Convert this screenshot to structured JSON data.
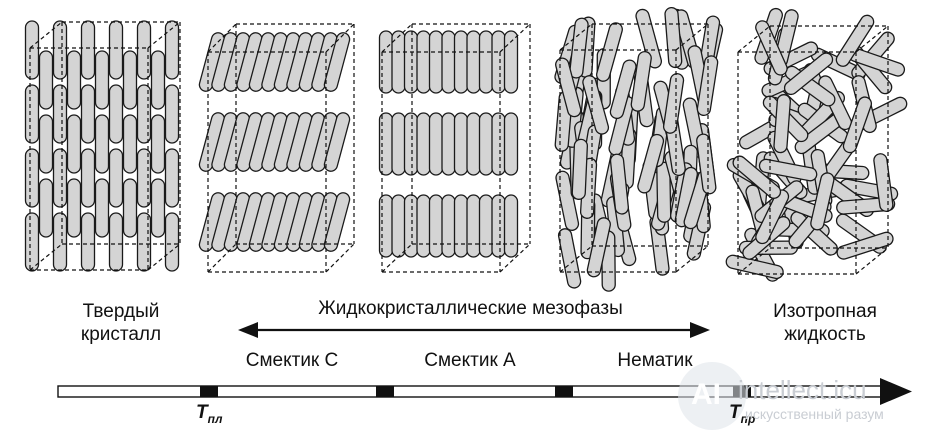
{
  "phases": {
    "solid": {
      "line1": "Твердый",
      "line2": "кристалл"
    },
    "mesophases_label": "Жидкокристаллические мезофазы",
    "smectic_c": "Смектик С",
    "smectic_a": "Смектик А",
    "nematic": "Нематик",
    "isotropic": {
      "line1": "Изотропная",
      "line2": "жидкость"
    }
  },
  "axis": {
    "t_melt": {
      "symbol": "T",
      "sub": "пл"
    },
    "t_clear": {
      "symbol": "T",
      "sub": "пр"
    }
  },
  "watermark": {
    "logo": "AI",
    "line1": "intellect.icu",
    "line2": "искусственный разум"
  },
  "colors": {
    "rod_fill": "#d4d4d4",
    "rod_stroke": "#1a1a1a",
    "axis_marker": "#111111",
    "watermark": "#c9cdd3"
  }
}
